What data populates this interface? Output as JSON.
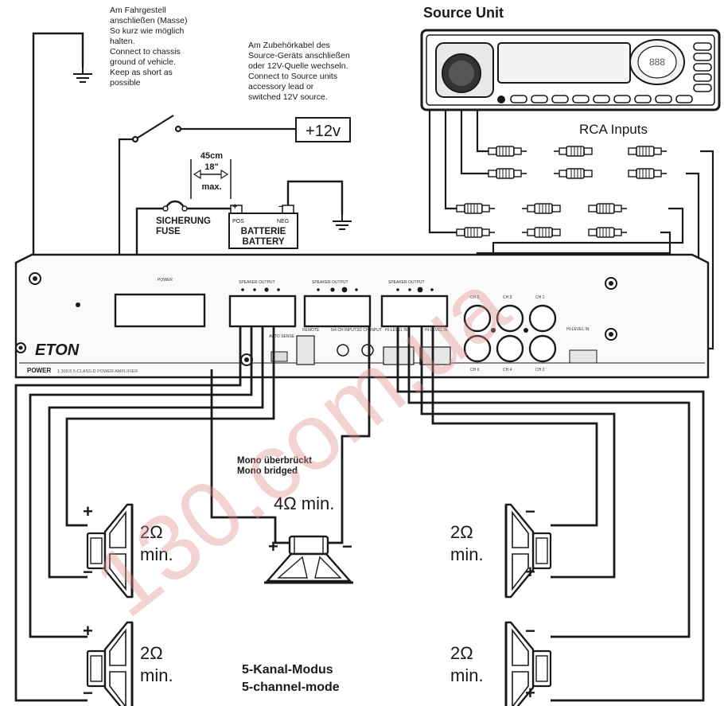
{
  "notes": {
    "ground_note": [
      "Am Fahrgestell",
      "anschließen (Masse)",
      "So kurz wie möglich",
      "halten.",
      "Connect to chassis",
      "ground of vehicle.",
      "Keep as short as",
      "possible"
    ],
    "accessory_note": [
      "Am Zubehörkabel des",
      "Source-Geräts anschließen",
      "oder 12V-Quelle wechseln.",
      "Connect to Source units",
      "accessory lead or",
      "switched 12V source."
    ]
  },
  "source_unit": {
    "title": "Source Unit",
    "display": "888",
    "rca_label": "RCA Inputs"
  },
  "power": {
    "plus12v": "+12v",
    "distance": "45cm",
    "distance_in": "18\"",
    "distance_max": "max.",
    "fuse": [
      "SICHERUNG",
      "FUSE"
    ],
    "battery": [
      "BATTERIE",
      "BATTERY"
    ],
    "pos": "POS",
    "neg": "NEG",
    "plus": "+",
    "minus": "−"
  },
  "amp": {
    "brand": "ETON",
    "model": "POWER",
    "model_desc": "1 300.5 5-CLASS-D POWER AMPLIFIER",
    "power_label": "POWER",
    "speaker_output": "SPEAKER OUTPUT",
    "remote": "REMOTE",
    "input_label": "5/4 CH INPUT",
    "switch_label": "3/2 CH INPUT",
    "hi_level": "HI-LEVEL IN",
    "auto_sense": "AUTO SENSE",
    "ch": [
      "CH 5",
      "CH 3",
      "CH 1",
      "CH 6",
      "CH 4",
      "CH 2"
    ],
    "hi_levels_in": "HI-LEVEL IN"
  },
  "speakers": {
    "mono_bridged": [
      "Mono überbrückt",
      "Mono bridged"
    ],
    "center_impedance": "4Ω min.",
    "side_impedance": [
      "2Ω",
      "min."
    ],
    "plus": "+",
    "minus": "−"
  },
  "mode": [
    "5-Kanal-Modus",
    "5-channel-mode"
  ],
  "watermark": "130.com.ua"
}
